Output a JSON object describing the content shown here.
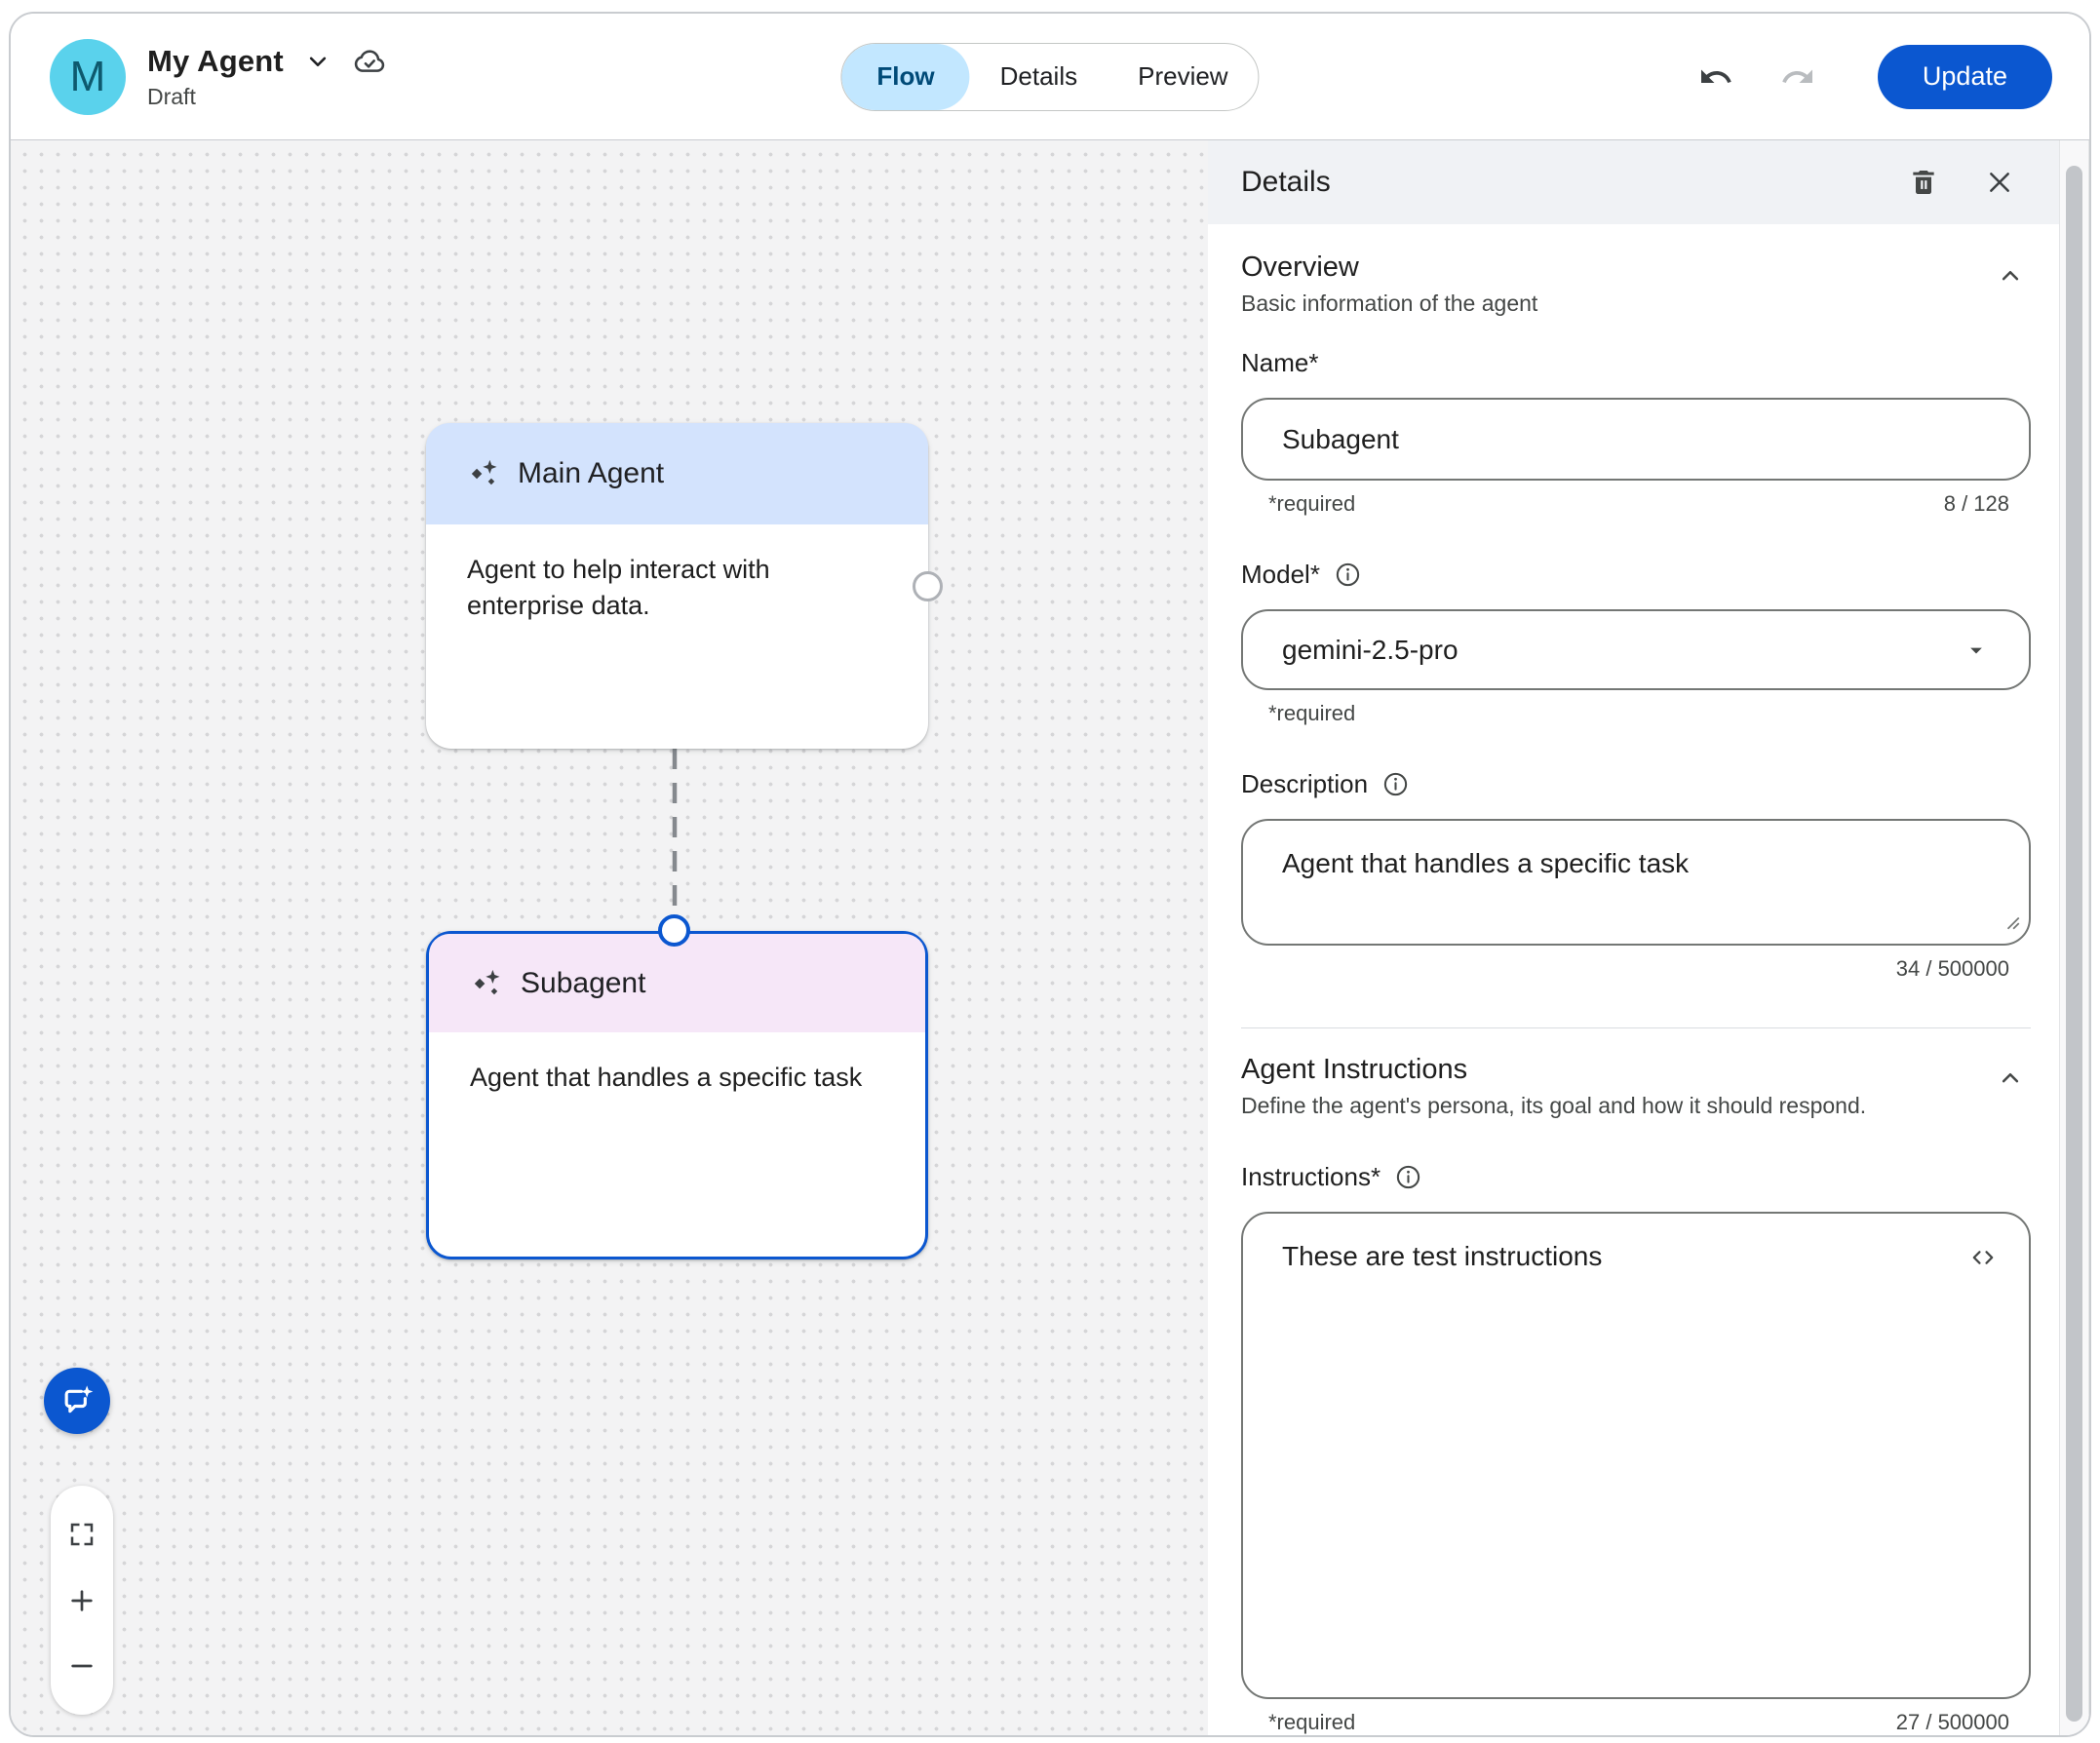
{
  "header": {
    "avatar_letter": "M",
    "title": "My Agent",
    "status": "Draft",
    "tabs": [
      {
        "label": "Flow",
        "active": true
      },
      {
        "label": "Details",
        "active": false
      },
      {
        "label": "Preview",
        "active": false
      }
    ],
    "update_label": "Update",
    "icons": [
      "chevron-down-icon",
      "cloud-done-icon",
      "undo-icon",
      "redo-icon"
    ]
  },
  "canvas": {
    "nodes": [
      {
        "title": "Main Agent",
        "description": "Agent to help interact with enterprise data.",
        "header_color": "#d3e3fd",
        "selected": false
      },
      {
        "title": "Subagent",
        "description": "Agent that handles a specific task",
        "header_color": "#f6e7f8",
        "selected": true
      }
    ],
    "edge": {
      "from": "Main Agent",
      "to": "Subagent",
      "style": "dashed"
    },
    "controls": [
      "chat-sparkle-button",
      "fit-view-button",
      "zoom-in-button",
      "zoom-out-button"
    ]
  },
  "panel": {
    "title": "Details",
    "header_icons": [
      "trash-icon",
      "close-icon"
    ],
    "overview": {
      "heading": "Overview",
      "subheading": "Basic information of the agent",
      "name": {
        "label": "Name*",
        "value": "Subagent",
        "required_hint": "*required",
        "counter": "8 / 128"
      },
      "model": {
        "label": "Model*",
        "value": "gemini-2.5-pro",
        "required_hint": "*required"
      },
      "description": {
        "label": "Description",
        "value": "Agent that handles a specific task",
        "counter": "34 / 500000"
      }
    },
    "agent_instructions": {
      "heading": "Agent Instructions",
      "subheading": "Define the agent's persona, its goal and how it should respond.",
      "instructions": {
        "label": "Instructions*",
        "value": "These are test instructions",
        "required_hint": "*required",
        "counter": "27 / 500000"
      }
    }
  },
  "colors": {
    "accent_blue": "#0b57d0",
    "tab_active_bg": "#c2e7ff",
    "tab_active_text": "#004a77",
    "avatar_bg": "#5ad2ec",
    "node_main_header": "#d3e3fd",
    "node_sub_header": "#f6e7f8",
    "panel_header_bg": "#f0f2f5",
    "canvas_bg": "#f3f3f4"
  }
}
